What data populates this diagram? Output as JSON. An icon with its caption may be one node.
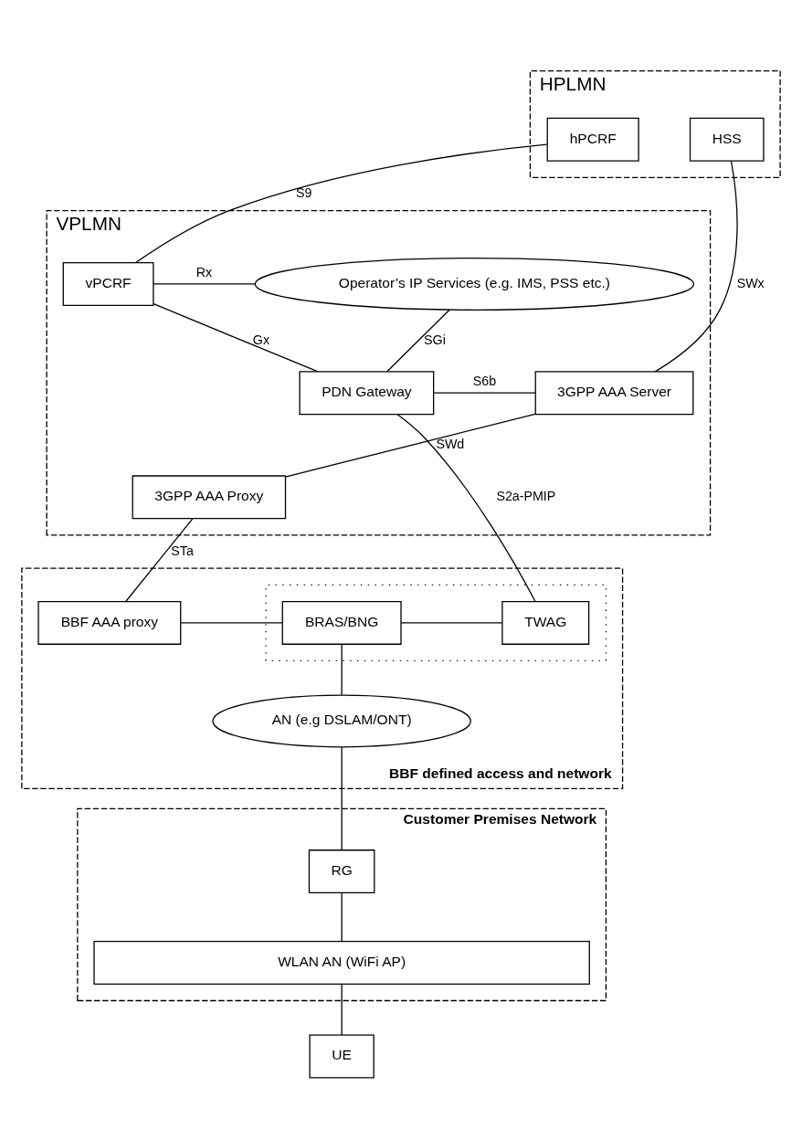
{
  "diagram": {
    "nodes": [
      {
        "text": [
          "HPLMN"
        ]
      },
      {
        "text": [
          "HSS"
        ],
        "in": 0
      },
      {
        "text": [
          "hPCRF"
        ],
        "in": 0
      },
      {
        "text": [
          "VPLMN"
        ]
      },
      {
        "text": [
          "vPCRF"
        ],
        "in": 3
      },
      {
        "text": [
          "Operator’s IP Services (e.g. IMS, PSS etc.)"
        ],
        "in": 3
      },
      {
        "text": [
          "PDN Gateway"
        ],
        "in": 3
      },
      {
        "text": [
          "3GPP AAA Server"
        ],
        "in": 3
      },
      {
        "text": [
          "3GPP AAA Proxy"
        ],
        "in": 3
      },
      {
        "text": [
          "BBF defined access and network"
        ]
      },
      {
        "text": [],
        "shape": "box",
        "in": 9
      },
      {
        "text": [
          "TWAG"
        ],
        "in": 10
      },
      {
        "text": [
          "BRAS/BNG"
        ],
        "in": 10
      },
      {
        "text": [
          "BBF AAA proxy"
        ],
        "in": 9
      },
      {
        "text": [
          "AN (e.g DSLAM/ONT)"
        ],
        "in": 9
      },
      {
        "text": [
          "Customer Premises Network"
        ]
      },
      {
        "text": [
          "RG"
        ],
        "in": 15
      },
      {
        "text": [
          "WLAN AN (WiFi AP)"
        ],
        "in": 15
      },
      {
        "text": [
          "UE"
        ]
      }
    ],
    "edges": [
      {
        "from": 1,
        "to": 7,
        "arrow": "none",
        "label": "SWx"
      },
      {
        "from": 2,
        "to": 4,
        "arrow": "none",
        "label": "S9"
      },
      {
        "from": 4,
        "to": 5,
        "arrow": "none",
        "label": "Rx"
      },
      {
        "from": 6,
        "to": 4,
        "arrow": "none",
        "label": "Gx"
      },
      {
        "from": 6,
        "to": 5,
        "arrow": "none",
        "label": "SGi"
      },
      {
        "from": 6,
        "to": 7,
        "arrow": "none",
        "label": "S6b"
      },
      {
        "from": 7,
        "to": 8,
        "arrow": "none",
        "label": "SWd"
      },
      {
        "from": 6,
        "to": 11,
        "arrow": "none",
        "label": "S2a-PMIP"
      },
      {
        "from": 8,
        "to": 13,
        "arrow": "none",
        "label": "STa"
      },
      {
        "from": 11,
        "to": 12,
        "arrow": "none"
      },
      {
        "from": 12,
        "to": 13,
        "arrow": "none"
      },
      {
        "from": 12,
        "to": 14,
        "arrow": "none"
      },
      {
        "from": 14,
        "to": 16,
        "arrow": "none"
      },
      {
        "from": 16,
        "to": 17,
        "arrow": "none"
      },
      {
        "from": 17,
        "to": 18,
        "arrow": "none"
      }
    ]
  }
}
